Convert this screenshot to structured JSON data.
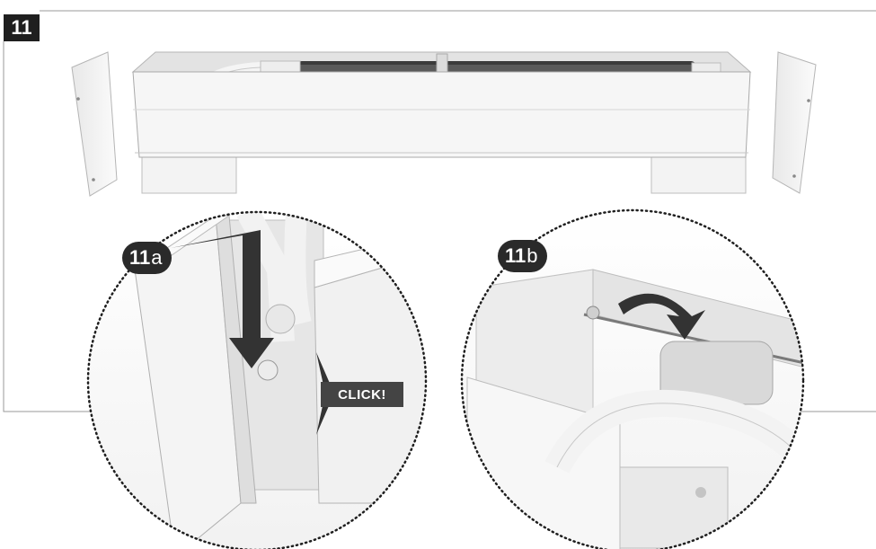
{
  "step": {
    "number": "11"
  },
  "detail_a": {
    "number": "11",
    "letter": "a"
  },
  "detail_b": {
    "number": "11",
    "letter": "b"
  },
  "callout": {
    "text": "CLICK!"
  },
  "colors": {
    "badge": "#1f1f1f",
    "arrow": "#333333",
    "line": "#9a9a9a"
  }
}
